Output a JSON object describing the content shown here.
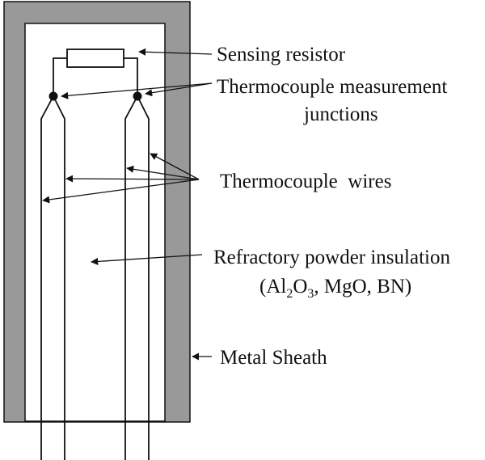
{
  "labels": {
    "sensing_resistor": "Sensing resistor",
    "tc_junctions_line1": "Thermocouple measurement",
    "tc_junctions_line2": "junctions",
    "tc_wires": "Thermocouple  wires",
    "insulation_line1": "Refractory powder insulation",
    "insulation_prefix": "(Al",
    "insulation_sub1": "2",
    "insulation_mid1": "O",
    "insulation_sub2": "3",
    "insulation_suffix": ", MgO, BN)",
    "metal_sheath": "Metal Sheath"
  },
  "colors": {
    "sheath": "#999999",
    "line": "#111111",
    "background": "#ffffff"
  }
}
